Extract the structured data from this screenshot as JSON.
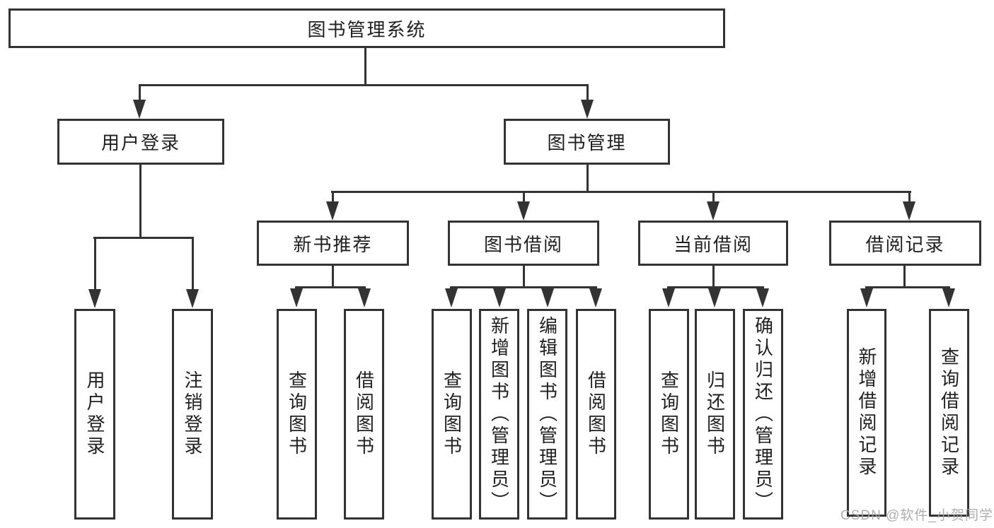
{
  "root": {
    "label": "图书管理系统"
  },
  "branches": [
    {
      "label": "用户登录",
      "children": [
        {
          "label": "用户登录"
        },
        {
          "label": "注销登录"
        }
      ]
    },
    {
      "label": "图书管理",
      "children": [
        {
          "label": "新书推荐",
          "children": [
            {
              "label": "查询图书"
            },
            {
              "label": "借阅图书"
            }
          ]
        },
        {
          "label": "图书借阅",
          "children": [
            {
              "label": "查询图书"
            },
            {
              "label": "新增图书（管理员）"
            },
            {
              "label": "编辑图书（管理员）"
            },
            {
              "label": "借阅图书"
            }
          ]
        },
        {
          "label": "当前借阅",
          "children": [
            {
              "label": "查询图书"
            },
            {
              "label": "归还图书"
            },
            {
              "label": "确认归还（管理员）"
            }
          ]
        },
        {
          "label": "借阅记录",
          "children": [
            {
              "label": "新增借阅记录"
            },
            {
              "label": "查询借阅记录"
            }
          ]
        }
      ]
    }
  ],
  "watermark": "CSDN @软件_小贺同学",
  "colors": {
    "line": "#333333",
    "text": "#1f1f1f",
    "background": "#ffffff",
    "watermark": "#a6a6a6"
  }
}
